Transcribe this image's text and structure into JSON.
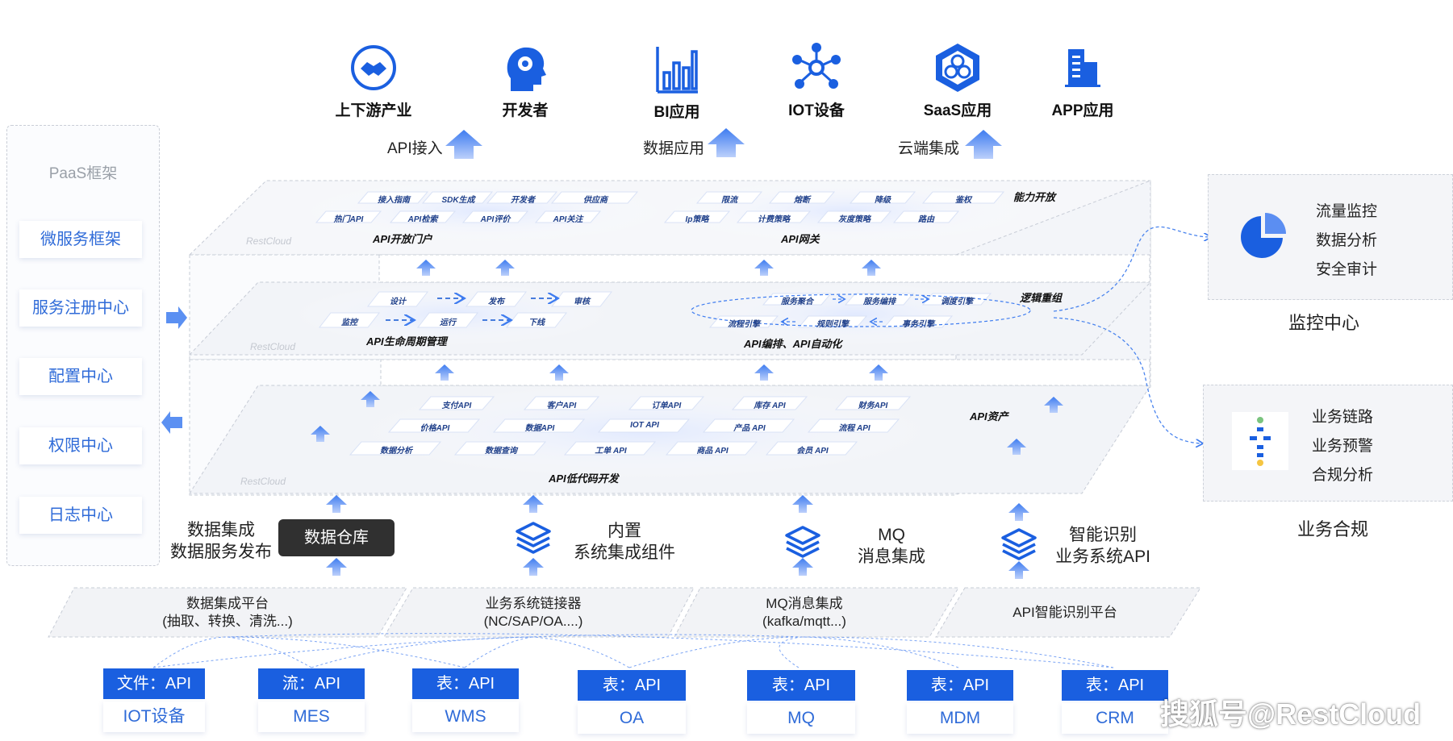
{
  "colors": {
    "accent": "#1a5fe0",
    "arrow": "#5b8ef2",
    "text": "#222222",
    "warehouse_bg": "#303030"
  },
  "consumers": [
    {
      "label": "上下游产业",
      "icon": "handshake-icon"
    },
    {
      "label": "开发者",
      "icon": "developer-head-icon"
    },
    {
      "label": "BI应用",
      "icon": "bar-chart-icon"
    },
    {
      "label": "IOT设备",
      "icon": "network-nodes-icon"
    },
    {
      "label": "SaaS应用",
      "icon": "hexagon-cloud-icon"
    },
    {
      "label": "APP应用",
      "icon": "building-icon"
    }
  ],
  "flow_labels": [
    "API接入",
    "数据应用",
    "云端集成"
  ],
  "paas": {
    "title": "PaaS框架",
    "items": [
      "微服务框架",
      "服务注册中心",
      "配置中心",
      "权限中心",
      "日志中心"
    ]
  },
  "layers": {
    "top": {
      "side_label": "能力开放",
      "portal": {
        "title": "API开放门户",
        "chips": [
          "接入指南",
          "SDK生成",
          "开发者",
          "供应商",
          "热门API",
          "API检索",
          "API评价",
          "API关注"
        ]
      },
      "gateway": {
        "title": "API网关",
        "chips": [
          "限流",
          "熔断",
          "降级",
          "鉴权",
          "Ip策略",
          "计费策略",
          "灰度策略",
          "路由"
        ]
      },
      "watermark": "RestCloud"
    },
    "middle": {
      "side_label": "逻辑重组",
      "lifecycle": {
        "title": "API生命周期管理",
        "chips": [
          "设计",
          "发布",
          "审核",
          "监控",
          "运行",
          "下线"
        ]
      },
      "orchestration": {
        "title": "API编排、API自动化",
        "chips": [
          "服务聚合",
          "服务编排",
          "调度引擎",
          "流程引擎",
          "规则引擎",
          "事务引擎"
        ]
      },
      "watermark": "RestCloud"
    },
    "bottom": {
      "side_label": "API资产",
      "title": "API低代码开发",
      "chips": [
        "支付API",
        "客户API",
        "订单API",
        "库存 API",
        "财务API",
        "价格API",
        "数据API",
        "IOT API",
        "产品 API",
        "流程 API",
        "数据分析",
        "数据查询",
        "工单 API",
        "商品 API",
        "会员 API"
      ],
      "watermark": "RestCloud"
    }
  },
  "monitor": {
    "caption": "监控中心",
    "items": [
      "流量监控",
      "数据分析",
      "安全审计"
    ],
    "icon": "pie-chart-icon"
  },
  "compliance": {
    "caption": "业务合规",
    "items": [
      "业务链路",
      "业务预警",
      "合规分析"
    ],
    "icon": "flow-diagram-icon"
  },
  "middle_row": {
    "data_integration": [
      "数据集成",
      "数据服务发布"
    ],
    "warehouse": "数据仓库",
    "builtin": [
      "内置",
      "系统集成组件"
    ],
    "mq": [
      "MQ",
      "消息集成"
    ],
    "smart": [
      "智能识别",
      "业务系统API"
    ]
  },
  "platforms": [
    {
      "line1": "数据集成平台",
      "line2": "(抽取、转换、清洗...)"
    },
    {
      "line1": "业务系统链接器",
      "line2": "(NC/SAP/OA....)"
    },
    {
      "line1": "MQ消息集成",
      "line2": "(kafka/mqtt...)"
    },
    {
      "line1": "API智能识别平台",
      "line2": ""
    }
  ],
  "sources": [
    {
      "top": "文件：API",
      "bottom": "IOT设备"
    },
    {
      "top": "流：API",
      "bottom": "MES"
    },
    {
      "top": "表：API",
      "bottom": "WMS"
    },
    {
      "top": "表：API",
      "bottom": "OA"
    },
    {
      "top": "表：API",
      "bottom": "MQ"
    },
    {
      "top": "表：API",
      "bottom": "MDM"
    },
    {
      "top": "表：API",
      "bottom": "CRM"
    }
  ],
  "watermark": "搜狐号@RestCloud"
}
